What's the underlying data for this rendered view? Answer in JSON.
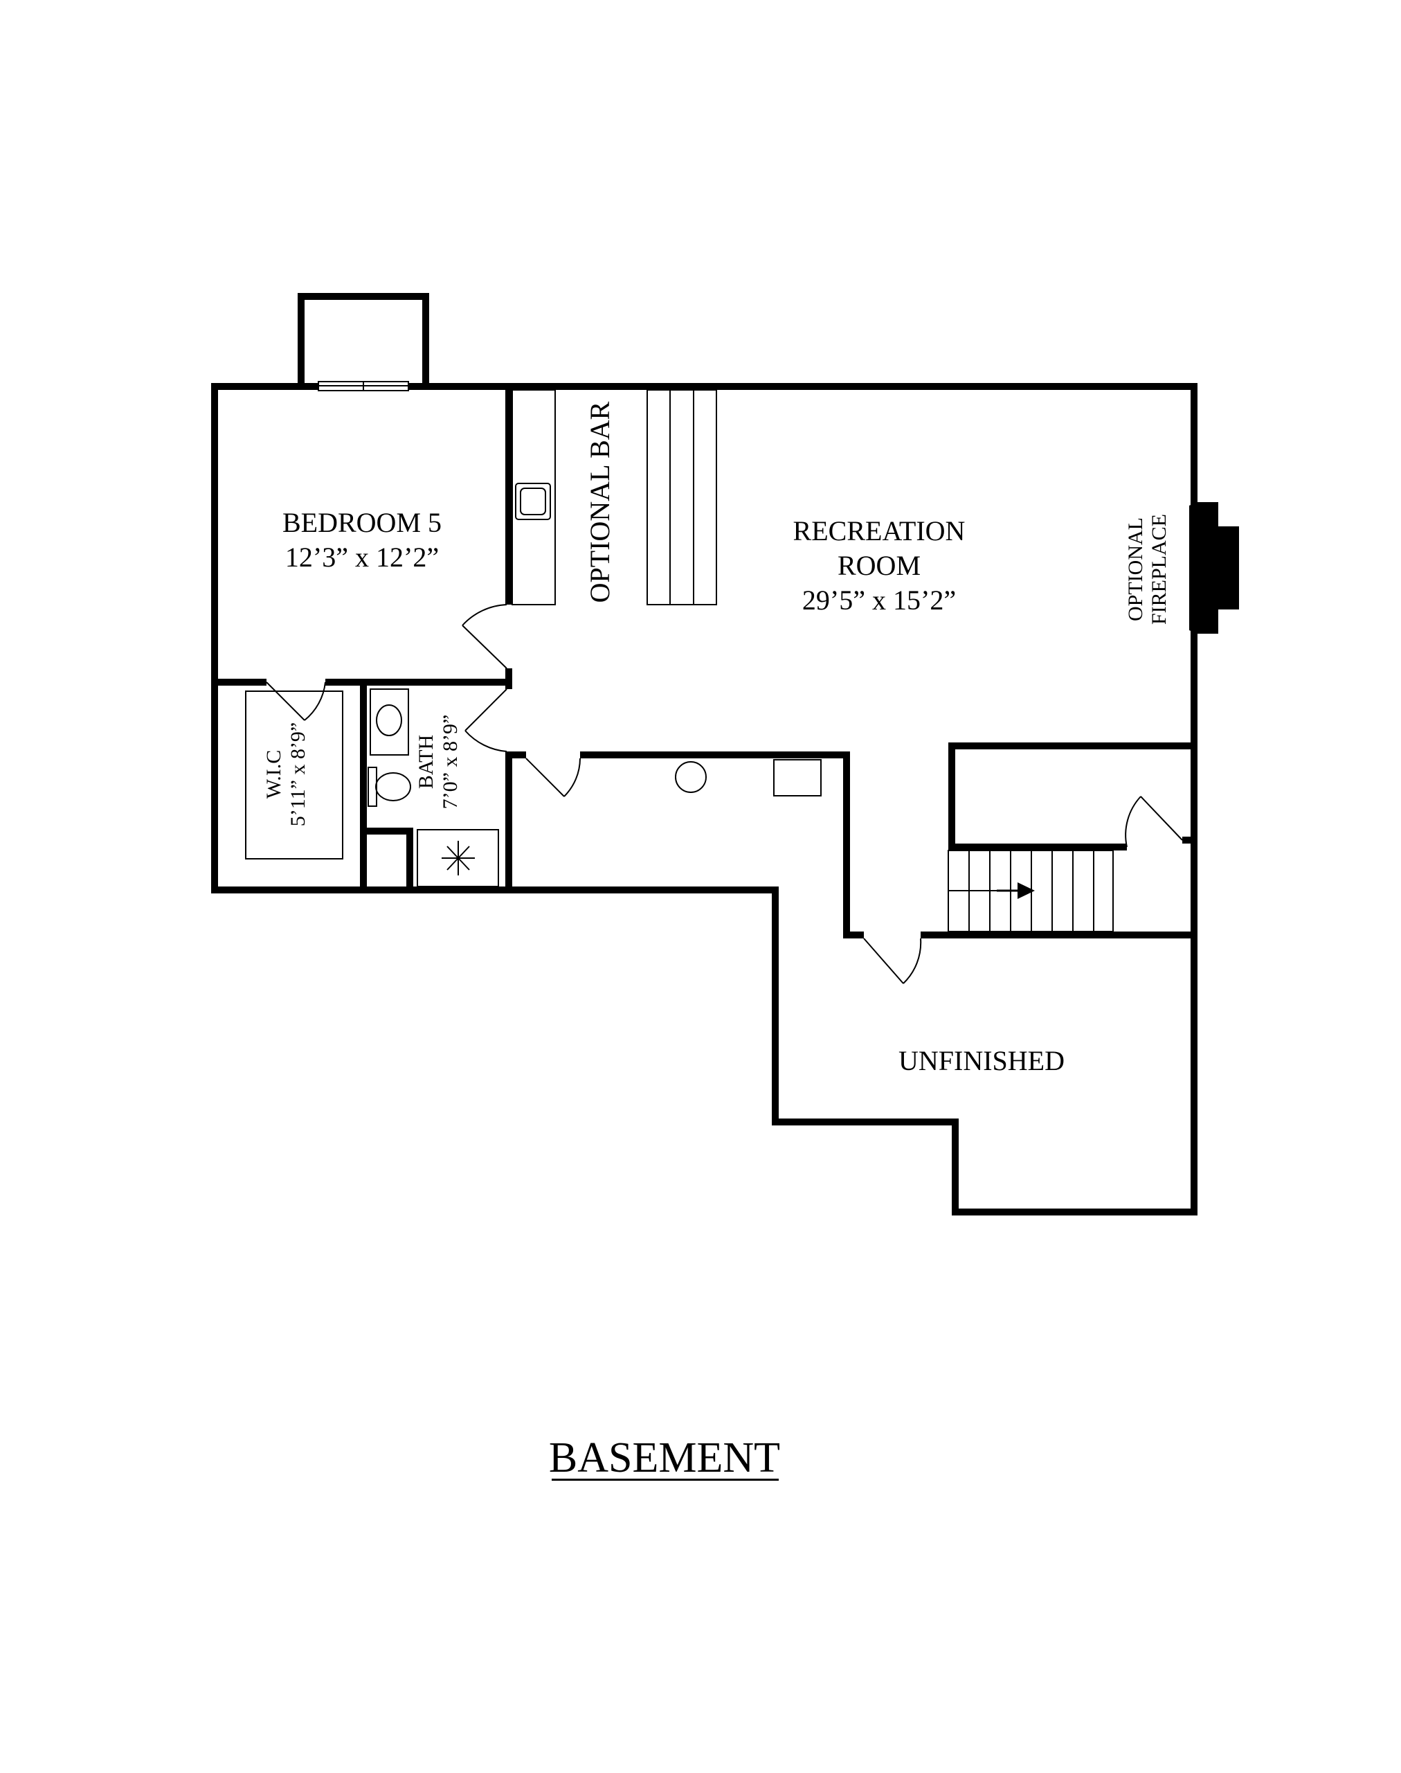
{
  "plan_title": "BASEMENT",
  "rooms": {
    "bedroom": {
      "name": "BEDROOM 5",
      "dims": "12’3” x 12’2”"
    },
    "recreation": {
      "name_line1": "RECREATION",
      "name_line2": "ROOM",
      "dims": "29’5” x 15’2”"
    },
    "wic": {
      "name": "W.I.C",
      "dims": "5’11” x 8’9”"
    },
    "bath": {
      "name": "BATH",
      "dims": "7’0” x 8’9”"
    },
    "unfinished": {
      "name": "UNFINISHED"
    }
  },
  "features": {
    "bar": "OPTIONAL BAR",
    "fireplace_line1": "OPTIONAL",
    "fireplace_line2": "FIREPLACE"
  }
}
